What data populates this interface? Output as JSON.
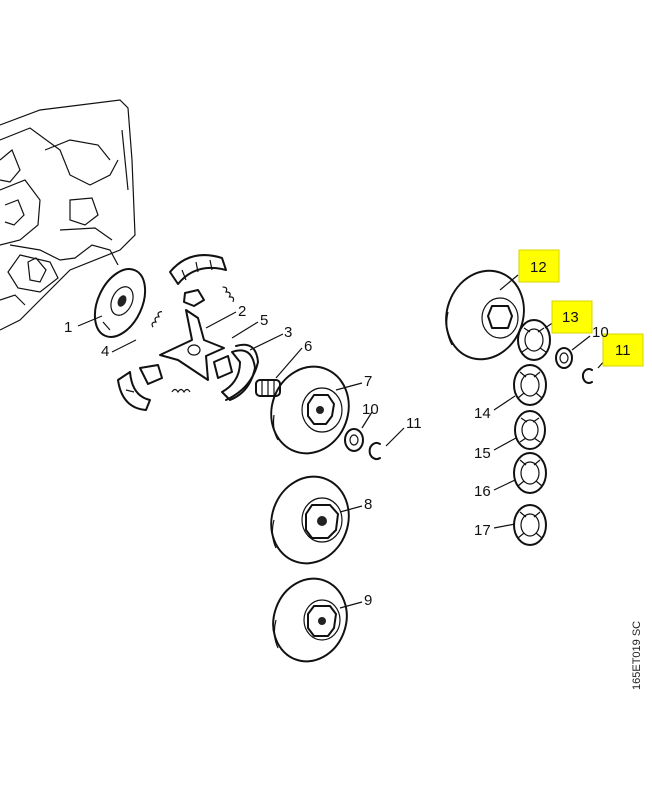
{
  "callouts": {
    "c1": "1",
    "c2": "2",
    "c3": "3",
    "c4": "4",
    "c5": "5",
    "c6": "6",
    "c7": "7",
    "c8": "8",
    "c9": "9",
    "c10a": "10",
    "c11a": "11",
    "c10b": "10",
    "c11b": "11",
    "c12": "12",
    "c13": "13",
    "c14": "14",
    "c15": "15",
    "c16": "16",
    "c17": "17"
  },
  "highlight_color": "#ffff00",
  "drawing_code": "165ET019 SC"
}
